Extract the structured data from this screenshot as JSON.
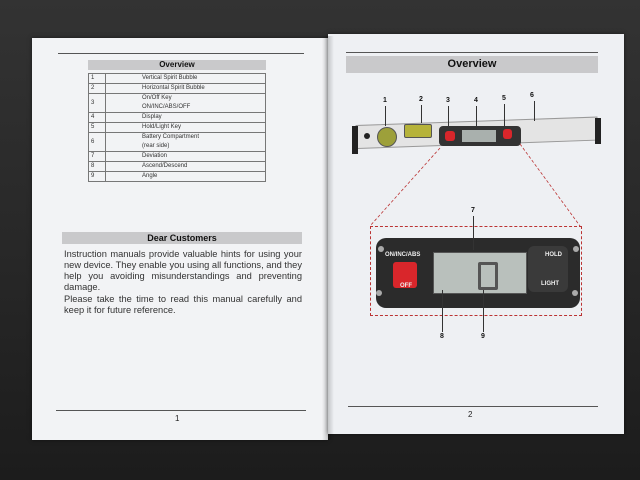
{
  "left_page": {
    "overview_title": "Overview",
    "table": [
      {
        "num": "1",
        "text": "Vertical Spirit Bubble"
      },
      {
        "num": "2",
        "text": "Horizontal Spirit Bubble"
      },
      {
        "num": "3",
        "text": "On/Off Key\nON/INC/ABS/OFF"
      },
      {
        "num": "4",
        "text": "Display"
      },
      {
        "num": "5",
        "text": "Hold/Light Key"
      },
      {
        "num": "6",
        "text": "Battery Compartment\n(rear side)"
      },
      {
        "num": "7",
        "text": "Deviation"
      },
      {
        "num": "8",
        "text": "Ascend/Descend"
      },
      {
        "num": "9",
        "text": "Angle"
      }
    ],
    "dear_title": "Dear Customers",
    "para1": "Instruction manuals provide valuable hints for using your new device. They enable you using all functions, and they help you avoiding misunderstandings and preventing damage.",
    "para2": "Please take the time to read this manual carefully and keep it for future reference.",
    "page_number": "1"
  },
  "right_page": {
    "overview_title": "Overview",
    "callouts": [
      "1",
      "2",
      "3",
      "4",
      "5",
      "6",
      "7",
      "8",
      "9"
    ],
    "device_labels": {
      "on_key": "ON/INC/ABS",
      "off_key": "OFF",
      "hold_key": "HOLD",
      "light_key": "LIGHT"
    },
    "page_number": "2"
  }
}
